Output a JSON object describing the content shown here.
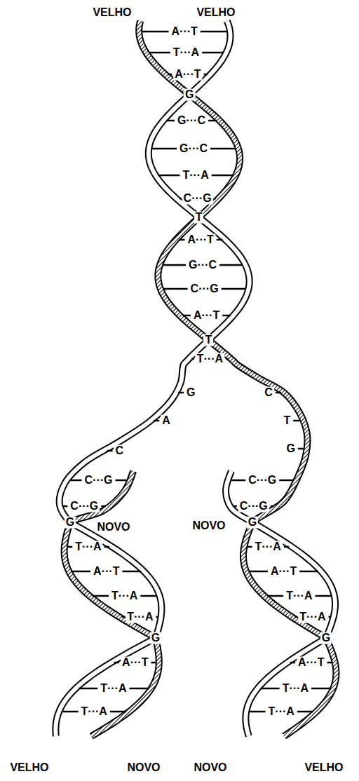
{
  "diagram": {
    "labels": [
      "VELHO",
      "VELHO",
      "A···T",
      "T···A",
      "A···T",
      "G",
      "G···C",
      "G···C",
      "T···A",
      "C···G",
      "T",
      "A···T",
      "G···C",
      "C···G",
      "A···T",
      "T",
      "T···A",
      "G",
      "C",
      "A",
      "T",
      "C",
      "G",
      "C···G",
      "C···G",
      "C···G",
      "C···G",
      "G",
      "NOVO",
      "NOVO",
      "G",
      "T···A",
      "T···A",
      "A···T",
      "A···T",
      "T···A",
      "T···A",
      "T···A",
      "T···A",
      "G",
      "G",
      "A···T",
      "A···T",
      "T···A",
      "T···A",
      "T···A",
      "T···A",
      "VELHO",
      "NOVO",
      "NOVO",
      "VELHO"
    ]
  }
}
